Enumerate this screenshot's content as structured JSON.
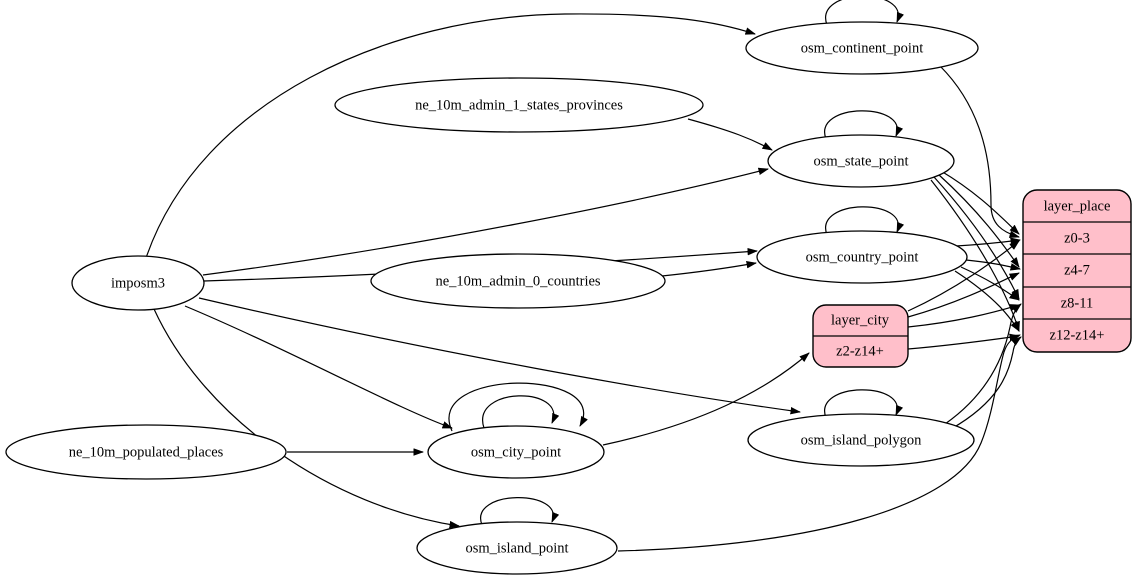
{
  "diagram": {
    "kind": "etl-dependency-graph",
    "colors": {
      "background": "#ffffff",
      "node_fill": "#ffffff",
      "edge_color": "#000000",
      "record_fill": "#ffbfca"
    },
    "nodes": {
      "imposm3": {
        "label": "imposm3",
        "shape": "ellipse"
      },
      "ne_10m_admin_1_states_provinces": {
        "label": "ne_10m_admin_1_states_provinces",
        "shape": "ellipse"
      },
      "ne_10m_admin_0_countries": {
        "label": "ne_10m_admin_0_countries",
        "shape": "ellipse"
      },
      "ne_10m_populated_places": {
        "label": "ne_10m_populated_places",
        "shape": "ellipse"
      },
      "osm_continent_point": {
        "label": "osm_continent_point",
        "shape": "ellipse"
      },
      "osm_state_point": {
        "label": "osm_state_point",
        "shape": "ellipse"
      },
      "osm_country_point": {
        "label": "osm_country_point",
        "shape": "ellipse"
      },
      "osm_city_point": {
        "label": "osm_city_point",
        "shape": "ellipse"
      },
      "osm_island_polygon": {
        "label": "osm_island_polygon",
        "shape": "ellipse"
      },
      "osm_island_point": {
        "label": "osm_island_point",
        "shape": "ellipse"
      },
      "layer_city": {
        "label": "layer_city",
        "shape": "record",
        "rows": [
          "z2-z14+"
        ]
      },
      "layer_place": {
        "label": "layer_place",
        "shape": "record",
        "rows": [
          "z0-3",
          "z4-7",
          "z8-11",
          "z12-z14+"
        ]
      }
    },
    "edges": [
      {
        "from": "imposm3",
        "to": "osm_continent_point"
      },
      {
        "from": "imposm3",
        "to": "osm_state_point"
      },
      {
        "from": "imposm3",
        "to": "osm_country_point"
      },
      {
        "from": "imposm3",
        "to": "osm_city_point"
      },
      {
        "from": "imposm3",
        "to": "osm_island_polygon"
      },
      {
        "from": "imposm3",
        "to": "osm_island_point"
      },
      {
        "from": "ne_10m_admin_1_states_provinces",
        "to": "osm_state_point"
      },
      {
        "from": "ne_10m_admin_0_countries",
        "to": "osm_country_point"
      },
      {
        "from": "ne_10m_populated_places",
        "to": "osm_city_point"
      },
      {
        "from": "osm_continent_point",
        "to": "osm_continent_point",
        "self_loop": true
      },
      {
        "from": "osm_state_point",
        "to": "osm_state_point",
        "self_loop": true
      },
      {
        "from": "osm_country_point",
        "to": "osm_country_point",
        "self_loop": true
      },
      {
        "from": "osm_city_point",
        "to": "osm_city_point",
        "self_loop": true
      },
      {
        "from": "osm_city_point",
        "to": "osm_city_point",
        "self_loop": true
      },
      {
        "from": "osm_island_polygon",
        "to": "osm_island_polygon",
        "self_loop": true
      },
      {
        "from": "osm_island_point",
        "to": "osm_island_point",
        "self_loop": true
      },
      {
        "from": "osm_city_point",
        "to": "layer_city:z2-z14+"
      },
      {
        "from": "osm_continent_point",
        "to": "layer_place:z0-3"
      },
      {
        "from": "osm_state_point",
        "to": "layer_place:z0-3"
      },
      {
        "from": "osm_state_point",
        "to": "layer_place:z4-7"
      },
      {
        "from": "osm_state_point",
        "to": "layer_place:z8-11"
      },
      {
        "from": "osm_state_point",
        "to": "layer_place:z12-z14+"
      },
      {
        "from": "osm_country_point",
        "to": "layer_place:z0-3"
      },
      {
        "from": "osm_country_point",
        "to": "layer_place:z4-7"
      },
      {
        "from": "osm_country_point",
        "to": "layer_place:z8-11"
      },
      {
        "from": "osm_country_point",
        "to": "layer_place:z12-z14+"
      },
      {
        "from": "layer_city",
        "to": "layer_place:z0-3"
      },
      {
        "from": "layer_city",
        "to": "layer_place:z4-7"
      },
      {
        "from": "layer_city",
        "to": "layer_place:z8-11"
      },
      {
        "from": "layer_city",
        "to": "layer_place:z12-z14+"
      },
      {
        "from": "osm_island_polygon",
        "to": "layer_place:z8-11"
      },
      {
        "from": "osm_island_polygon",
        "to": "layer_place:z12-z14+"
      },
      {
        "from": "osm_island_point",
        "to": "layer_place:z12-z14+"
      }
    ]
  }
}
